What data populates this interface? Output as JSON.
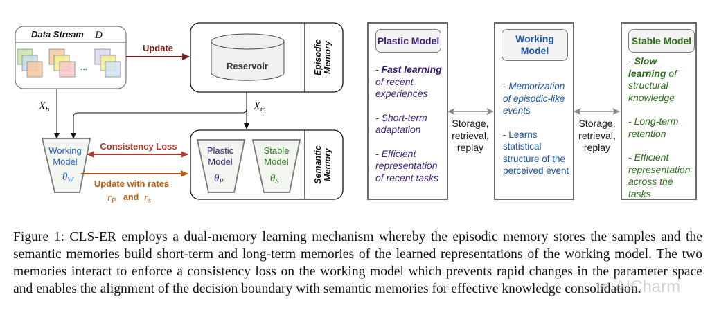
{
  "left_diagram": {
    "data_stream": {
      "title": "Data Stream",
      "symbol": "D",
      "ellipsis": "..."
    },
    "update_arrow_label": "Update",
    "episodic_memory": {
      "reservoir_label": "Reservoir",
      "side_label_line1": "Episodic",
      "side_label_line2": "Memory"
    },
    "xb_label": "X",
    "xb_sub": "b",
    "xm_label": "X",
    "xm_sub": "m",
    "working_model": {
      "line1": "Working",
      "line2": "Model",
      "theta": "θ",
      "theta_sub": "W"
    },
    "consistency_loss_label": "Consistency Loss",
    "update_rates_label": "Update with rates",
    "rates": {
      "rp": "r",
      "rp_sub": "P",
      "and": "and",
      "rs": "r",
      "rs_sub": "s"
    },
    "semantic_memory": {
      "plastic": {
        "line1": "Plastic",
        "line2": "Model",
        "theta": "θ",
        "theta_sub": "P"
      },
      "stable": {
        "line1": "Stable",
        "line2": "Model",
        "theta": "θ",
        "theta_sub": "S"
      },
      "side_label_line1": "Semantic",
      "side_label_line2": "Memory"
    },
    "colors": {
      "update_arrow": "#7a1a1a",
      "consistency": "#b03a2e",
      "update_rates": "#b85c10",
      "working_blue": "#1f5fbf",
      "plastic_purple": "#3a2080",
      "stable_green": "#2e7d20"
    }
  },
  "right_diagram": {
    "plastic_panel": {
      "title": "Plastic Model",
      "items": [
        {
          "bold": "Fast learning",
          "prefix": "- ",
          "rest": " of recent experiences"
        },
        {
          "bold": "",
          "prefix": "- ",
          "rest": "Short-term adaptation"
        },
        {
          "bold": "",
          "prefix": "- ",
          "rest": "Efficient representation of recent tasks"
        }
      ],
      "color": "#3a1e78"
    },
    "connector_left": {
      "line1": "Storage,",
      "line2": "retrieval,",
      "line3": "replay"
    },
    "working_panel": {
      "title_line1": "Working",
      "title_line2": "Model",
      "items": [
        {
          "prefix": "- ",
          "text": "Memorization of episodic-like events",
          "italic": true
        },
        {
          "prefix": "- ",
          "text": "Learns statistical structure of the perceived event",
          "italic": false
        }
      ],
      "color": "#1a55a8"
    },
    "connector_right": {
      "line1": "Storage,",
      "line2": "retrieval,",
      "line3": "replay"
    },
    "stable_panel": {
      "title": "Stable Model",
      "items": [
        {
          "bold": "Slow learning",
          "prefix": "- ",
          "rest": " of structural knowledge"
        },
        {
          "bold": "",
          "prefix": "- ",
          "rest": "Long-term retention"
        },
        {
          "bold": "",
          "prefix": "- ",
          "rest": "Efficient representation across the tasks"
        }
      ],
      "color": "#2a6e1a"
    }
  },
  "caption": "Figure 1: CLS-ER employs a dual-memory learning mechanism whereby the episodic memory stores the samples and the semantic memories build short-term and long-term memories of the learned representations of the working model. The two memories interact to enforce a consistency loss on the working model which prevents rapid changes in the parameter space and enables the alignment of the decision boundary with semantic memories for effective knowledge consolidation.",
  "watermark": "AICharm"
}
